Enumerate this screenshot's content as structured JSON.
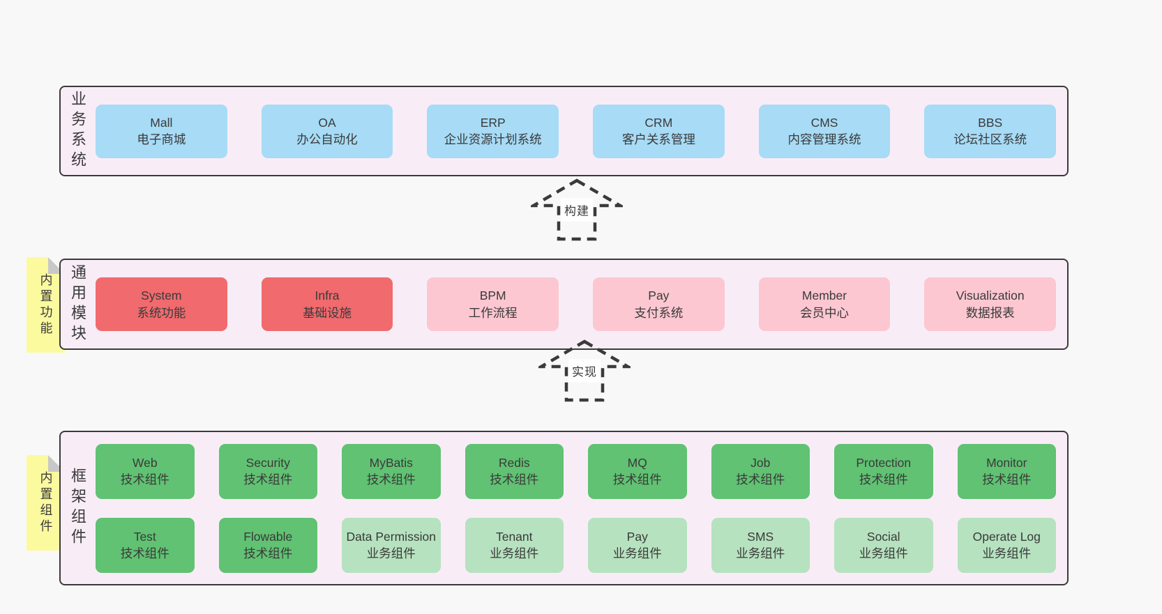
{
  "colors": {
    "page-bg": "#f8f8f8",
    "panel-bg": "#f8edf7",
    "panel-border": "#3a3a3a",
    "blue-box": "#a7dbf6",
    "red-box": "#f16a6d",
    "pink-box": "#fcc7d1",
    "green-dark-box": "#60c272",
    "green-light-box": "#b6e2bf",
    "note-bg": "#fcfa9f",
    "note-fold": "#c8c8c8",
    "text": "#3a3a3a",
    "arrow": "#3a3a3a",
    "label-bg": "#ffffff"
  },
  "sections": {
    "business": {
      "label": "业务系统",
      "boxes": [
        {
          "name": "Mall",
          "desc": "电子商城",
          "variant": "blue"
        },
        {
          "name": "OA",
          "desc": "办公自动化",
          "variant": "blue"
        },
        {
          "name": "ERP",
          "desc": "企业资源计划系统",
          "variant": "blue"
        },
        {
          "name": "CRM",
          "desc": "客户关系管理",
          "variant": "blue"
        },
        {
          "name": "CMS",
          "desc": "内容管理系统",
          "variant": "blue"
        },
        {
          "name": "BBS",
          "desc": "论坛社区系统",
          "variant": "blue"
        }
      ]
    },
    "modules": {
      "label": "通用模块",
      "note": "内置功能",
      "boxes": [
        {
          "name": "System",
          "desc": "系统功能",
          "variant": "red"
        },
        {
          "name": "Infra",
          "desc": "基础设施",
          "variant": "red"
        },
        {
          "name": "BPM",
          "desc": "工作流程",
          "variant": "pink"
        },
        {
          "name": "Pay",
          "desc": "支付系统",
          "variant": "pink"
        },
        {
          "name": "Member",
          "desc": "会员中心",
          "variant": "pink"
        },
        {
          "name": "Visualization",
          "desc": "数据报表",
          "variant": "pink"
        }
      ]
    },
    "components": {
      "label": "框架组件",
      "note": "内置组件",
      "boxes": [
        {
          "name": "Web",
          "desc": "技术组件",
          "variant": "green-dark"
        },
        {
          "name": "Security",
          "desc": "技术组件",
          "variant": "green-dark"
        },
        {
          "name": "MyBatis",
          "desc": "技术组件",
          "variant": "green-dark"
        },
        {
          "name": "Redis",
          "desc": "技术组件",
          "variant": "green-dark"
        },
        {
          "name": "MQ",
          "desc": "技术组件",
          "variant": "green-dark"
        },
        {
          "name": "Job",
          "desc": "技术组件",
          "variant": "green-dark"
        },
        {
          "name": "Protection",
          "desc": "技术组件",
          "variant": "green-dark"
        },
        {
          "name": "Monitor",
          "desc": "技术组件",
          "variant": "green-dark"
        },
        {
          "name": "Test",
          "desc": "技术组件",
          "variant": "green-dark"
        },
        {
          "name": "Flowable",
          "desc": "技术组件",
          "variant": "green-dark"
        },
        {
          "name": "Data Permission",
          "desc": "业务组件",
          "variant": "green-light"
        },
        {
          "name": "Tenant",
          "desc": "业务组件",
          "variant": "green-light"
        },
        {
          "name": "Pay",
          "desc": "业务组件",
          "variant": "green-light"
        },
        {
          "name": "SMS",
          "desc": "业务组件",
          "variant": "green-light"
        },
        {
          "name": "Social",
          "desc": "业务组件",
          "variant": "green-light"
        },
        {
          "name": "Operate Log",
          "desc": "业务组件",
          "variant": "green-light"
        }
      ]
    }
  },
  "arrows": {
    "build": "构建",
    "implement": "实现"
  }
}
